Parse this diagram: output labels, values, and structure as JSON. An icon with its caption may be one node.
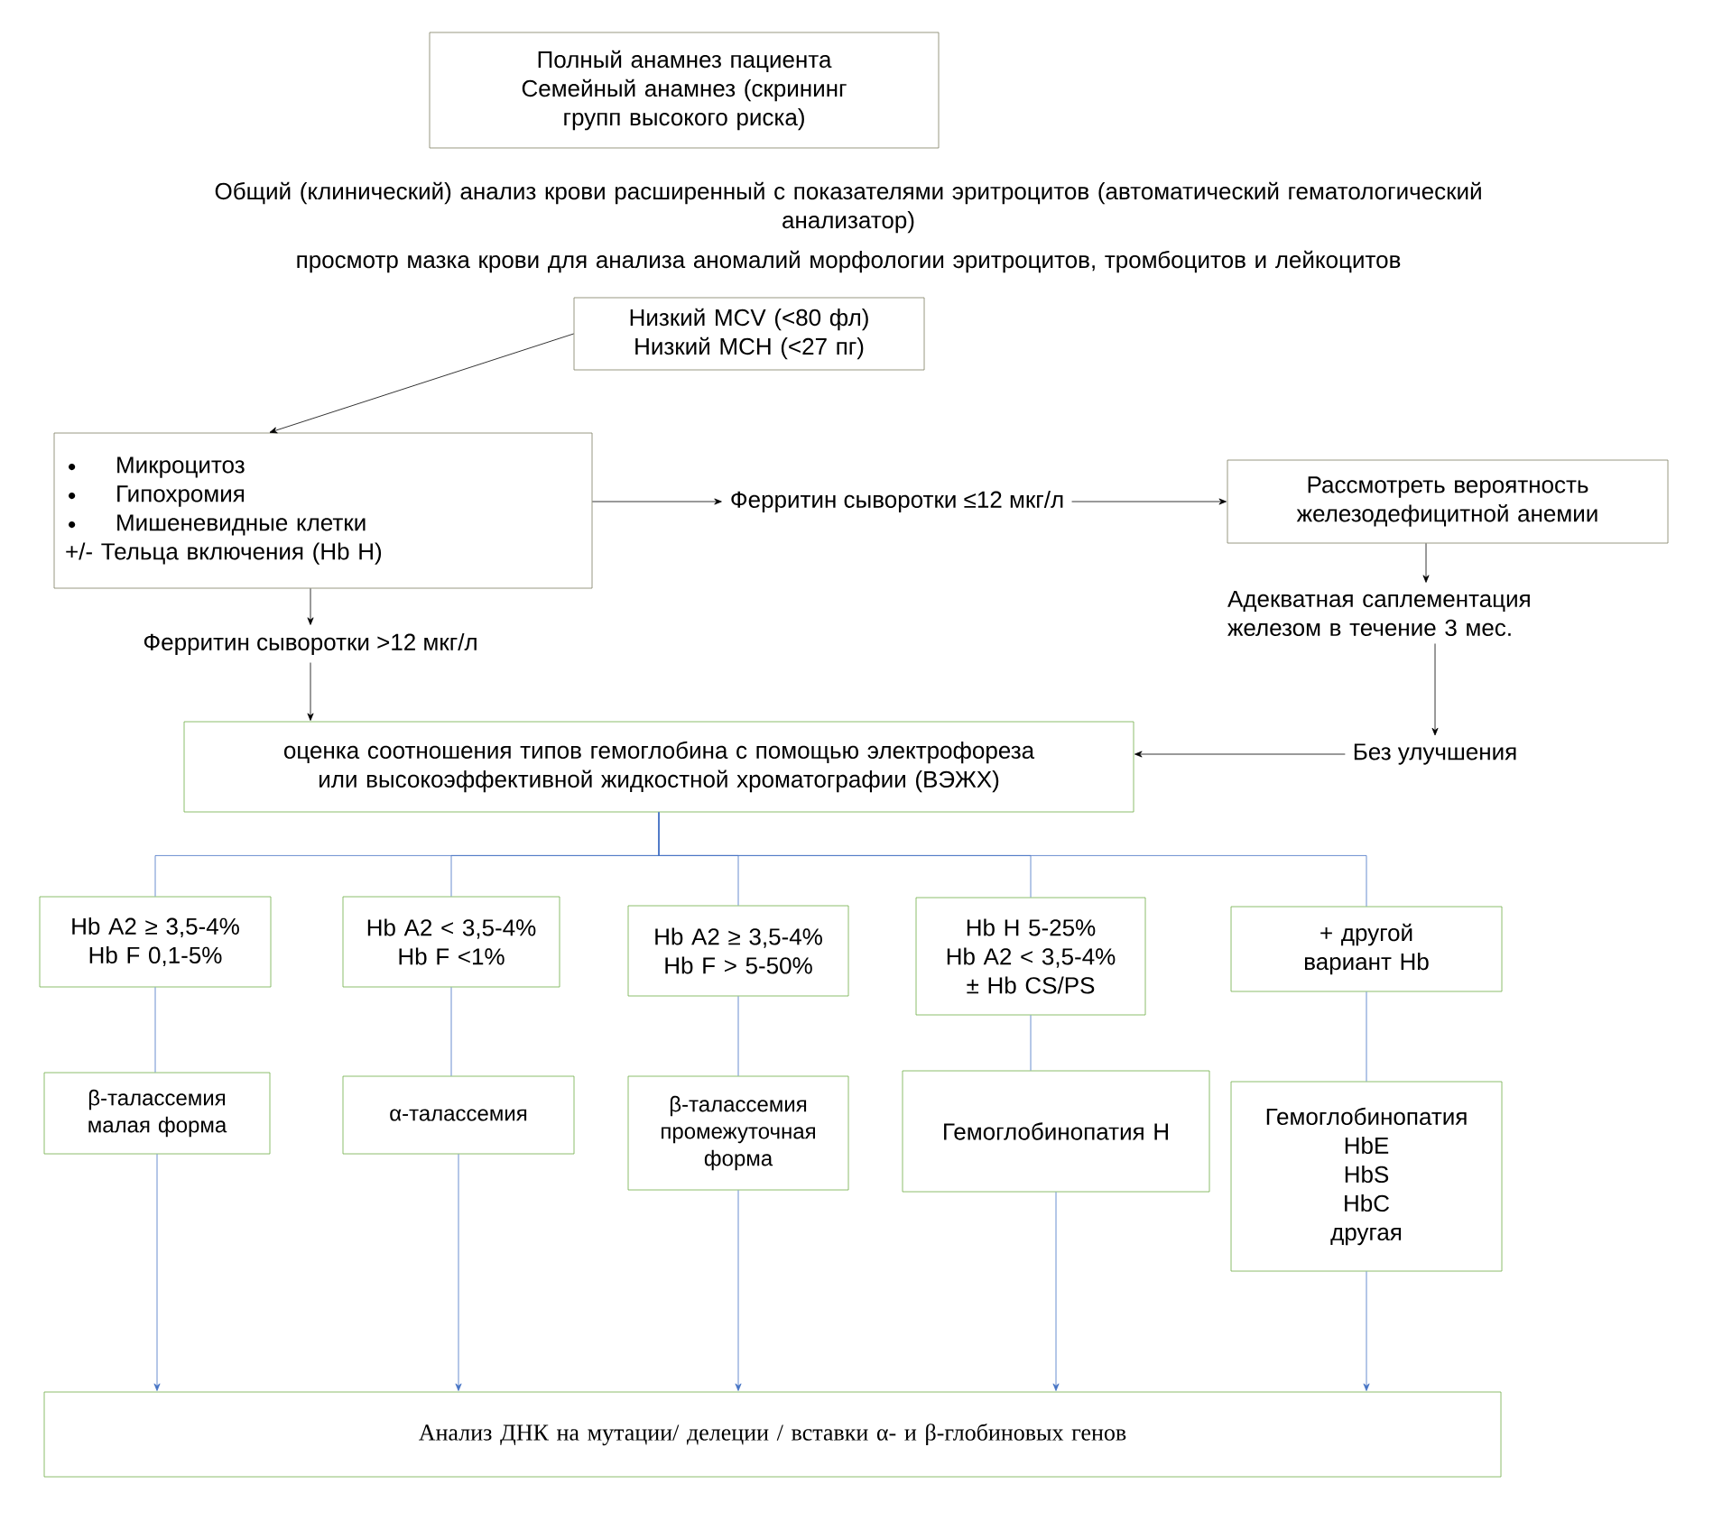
{
  "diagram": {
    "nodes": [
      {
        "text": [
          "Полный анамнез пациента",
          "Семейный анамнез (скрининг групп высокого риска)"
        ]
      },
      {
        "text": [
          "Низкий MCV (<80 фл)",
          "Низкий MCH (<27 пг)"
        ]
      },
      {
        "text": [
          "Микроцитоз",
          "Гипохромия",
          "Мишеневидные клетки",
          "+/- Тельца включения (Hb H)"
        ]
      },
      {
        "text": [
          "Ферритин сыворотки ≤12 мкг/л"
        ]
      },
      {
        "text": [
          "Рассмотреть вероятность железодефицитной анемии"
        ]
      },
      {
        "text": [
          "Адекватная саплементация железом в течение 3 мес."
        ]
      },
      {
        "text": [
          "Без улучшения"
        ]
      },
      {
        "text": [
          "Ферритин сыворотки >12 мкг/л"
        ]
      },
      {
        "text": [
          "оценка соотношения типов гемоглобина с помощью электрофореза или высокоэффективной жидкостной хроматографии (ВЭЖХ)"
        ]
      },
      {
        "text": [
          "Hb A2 ≥ 3,5-4%",
          "Hb F 0,1-5%"
        ]
      },
      {
        "text": [
          "Hb A2 < 3,5-4%",
          "Hb F <1%"
        ]
      },
      {
        "text": [
          "Hb A2 ≥ 3,5-4%",
          "Hb F > 5-50%"
        ]
      },
      {
        "text": [
          "Hb H 5-25%",
          "Hb A2 < 3,5-4%",
          "± Hb CS/PS"
        ]
      },
      {
        "text": [
          "+ другой вариант Hb"
        ]
      },
      {
        "text": [
          "β-талассемия малая форма"
        ]
      },
      {
        "text": [
          "α-талассемия"
        ]
      },
      {
        "text": [
          "β-талассемия промежуточная форма"
        ]
      },
      {
        "text": [
          "Гемоглобинопатия H"
        ]
      },
      {
        "text": [
          "Гемоглобинопатия",
          "HbE",
          "HbS",
          "HbC",
          "другая"
        ]
      },
      {
        "text": [
          "Анализ ДНК на мутации/ делеции / вставки α- и β-глобиновых генов"
        ]
      }
    ],
    "edges": [
      {
        "from": 1,
        "to": 2,
        "arrow": "to",
        "color": "#000000"
      },
      {
        "from": 2,
        "to": 3,
        "arrow": "to",
        "color": "#000000"
      },
      {
        "from": 3,
        "to": 4,
        "arrow": "to",
        "color": "#000000"
      },
      {
        "from": 4,
        "to": 5,
        "arrow": "to",
        "color": "#000000"
      },
      {
        "from": 5,
        "to": 6,
        "arrow": "to",
        "color": "#000000"
      },
      {
        "from": 6,
        "to": 8,
        "arrow": "to",
        "color": "#000000"
      },
      {
        "from": 2,
        "to": 7,
        "arrow": "to",
        "color": "#000000"
      },
      {
        "from": 7,
        "to": 8,
        "arrow": "to",
        "color": "#000000"
      },
      {
        "from": 8,
        "to": 9,
        "arrow": "none"
      },
      {
        "from": 8,
        "to": 10,
        "arrow": "none"
      },
      {
        "from": 8,
        "to": 11,
        "arrow": "none"
      },
      {
        "from": 8,
        "to": 12,
        "arrow": "none"
      },
      {
        "from": 8,
        "to": 13,
        "arrow": "none"
      },
      {
        "from": 9,
        "to": 14,
        "arrow": "none"
      },
      {
        "from": 10,
        "to": 15,
        "arrow": "none"
      },
      {
        "from": 11,
        "to": 16,
        "arrow": "none"
      },
      {
        "from": 12,
        "to": 17,
        "arrow": "none"
      },
      {
        "from": 13,
        "to": 18,
        "arrow": "none"
      },
      {
        "from": 14,
        "to": 19,
        "arrow": "to"
      },
      {
        "from": 15,
        "to": 19,
        "arrow": "to"
      },
      {
        "from": 16,
        "to": 19,
        "arrow": "to"
      },
      {
        "from": 17,
        "to": 19,
        "arrow": "to"
      },
      {
        "from": 18,
        "to": 19,
        "arrow": "to"
      }
    ],
    "labels": [
      "Общий (клинический) анализ крови расширенный с показателями эритроцитов (автоматический гематологический анализатор)",
      "просмотр мазка крови для анализа аномалий морфологии эритроцитов, тромбоцитов и лейкоцитов"
    ]
  }
}
